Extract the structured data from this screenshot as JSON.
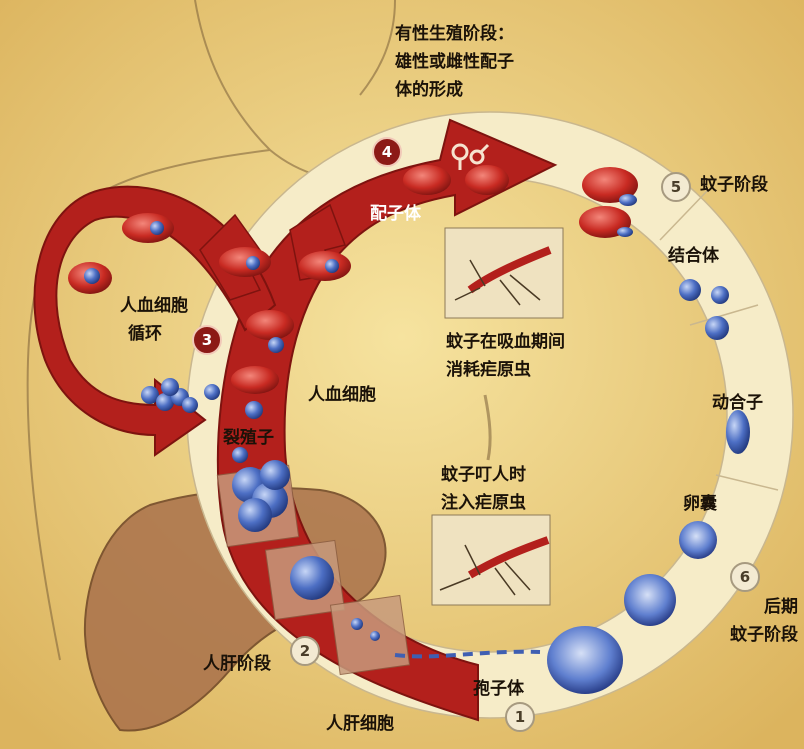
{
  "labels": {
    "sexual_stage_title": [
      "有性生殖阶段：",
      "雄性或雌性配子",
      "体的形成"
    ],
    "gametocyte": "配子体",
    "mosquito_stage": "蚊子阶段",
    "zygote": "结合体",
    "blood_cycle": [
      "人血细胞",
      "循环"
    ],
    "mosquito_consumes": [
      "蚊子在吸血期间",
      "消耗疟原虫"
    ],
    "ookinete": "动合子",
    "human_blood_cell": "人血细胞",
    "merozoite": "裂殖子",
    "mosquito_injects": [
      "蚊子叮人时",
      "注入疟原虫"
    ],
    "oocyst": "卵囊",
    "late_mosquito_stage": [
      "后期",
      "蚊子阶段"
    ],
    "liver_stage": "人肝阶段",
    "sporozoite": "孢子体",
    "liver_cell": "人肝细胞"
  },
  "stage_numbers": {
    "n1": "1",
    "n2": "2",
    "n3": "3",
    "n4": "4",
    "n5": "5",
    "n6": "6"
  },
  "colors": {
    "background": "#efd68a",
    "blood_arrow": "#b3201c",
    "mosquito_ring": "#f6ecc8",
    "parasite_blue": "#3f5fb2",
    "liver": "#a9714b"
  }
}
